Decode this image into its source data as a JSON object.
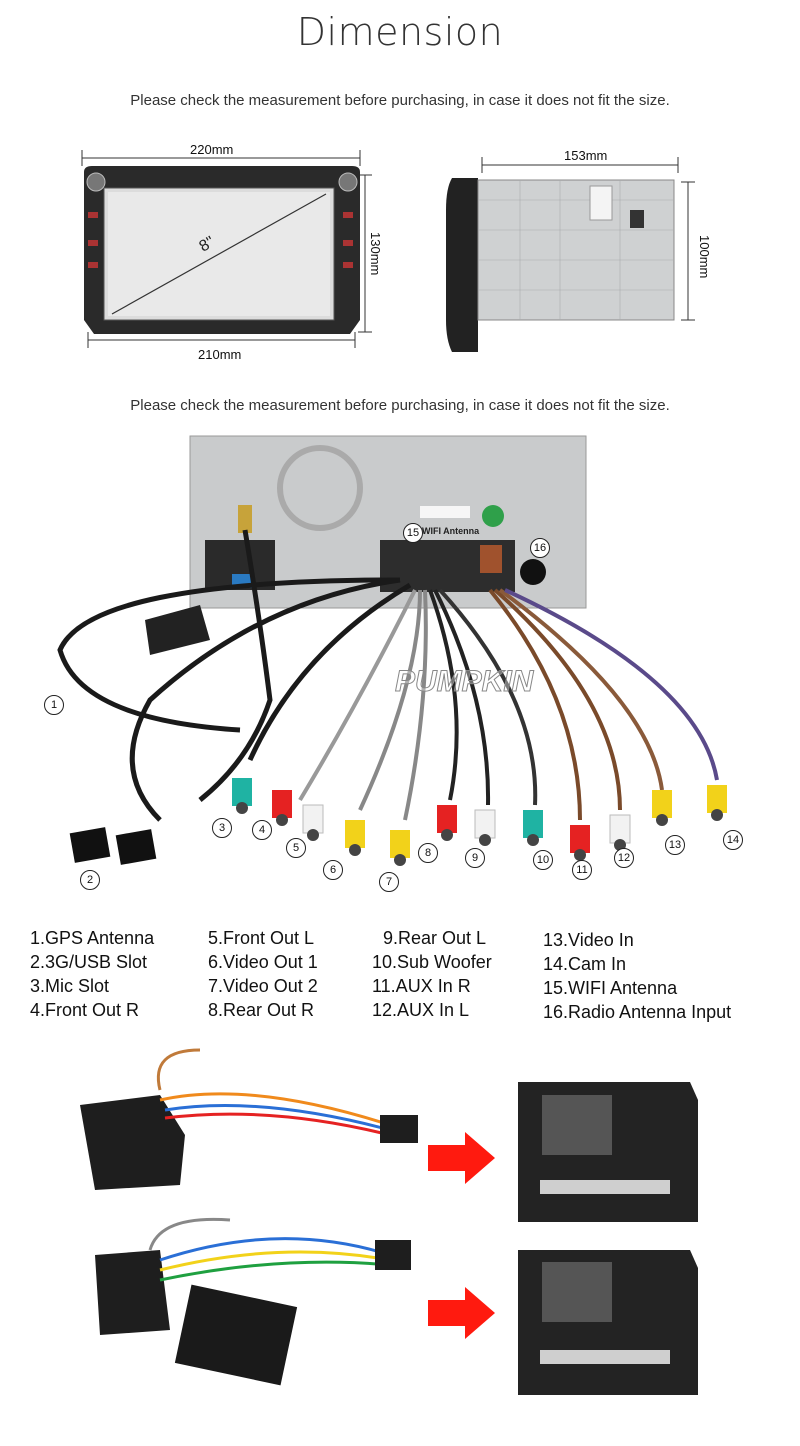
{
  "header": {
    "title": "Dimension",
    "note_top": "Please check the measurement before purchasing, in case it does not fit the size.",
    "note_mid": "Please check the measurement before purchasing, in case it does not fit the size."
  },
  "front_view": {
    "width_top": "220mm",
    "width_bottom": "210mm",
    "height": "130mm",
    "screen_size": "8\""
  },
  "side_view": {
    "depth": "153mm",
    "height": "100mm"
  },
  "back_panel": {
    "wifi_label": "WIFI Antenna",
    "watermark": "PUMPKIN"
  },
  "callouts": [
    "1",
    "2",
    "3",
    "4",
    "5",
    "6",
    "7",
    "8",
    "9",
    "10",
    "11",
    "12",
    "13",
    "14",
    "15",
    "16"
  ],
  "colors": {
    "red": "#e52222",
    "yellow": "#f2d21a",
    "white": "#f2f2f2",
    "teal": "#1fb3a3",
    "arrow": "#ff1a0f"
  },
  "legend": {
    "col1": [
      "1.GPS Antenna",
      "2.3G/USB Slot",
      "3.Mic Slot",
      "4.Front Out R"
    ],
    "col2": [
      "5.Front Out L",
      "6.Video Out 1",
      "7.Video Out 2",
      "8.Rear Out R"
    ],
    "col3": [
      "9.Rear Out L",
      "10.Sub Woofer",
      "11.AUX In R",
      "12.AUX In L"
    ],
    "col4": [
      "13.Video In",
      "14.Cam In",
      "15.WIFI Antenna",
      "16.Radio Antenna Input"
    ]
  }
}
